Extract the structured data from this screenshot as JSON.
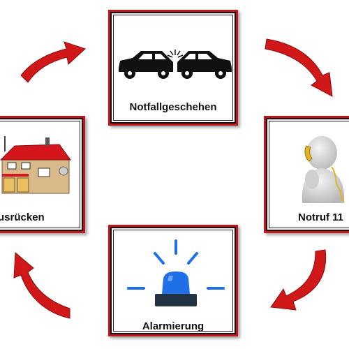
{
  "cards": {
    "top": {
      "label": "Notfallgeschehen"
    },
    "right": {
      "label": "Notruf 11"
    },
    "bottom": {
      "label": "Alarmierung"
    },
    "left": {
      "label": "usrücken"
    }
  },
  "colors": {
    "frame": "#c0161b",
    "arrow": "#d01818",
    "roof": "#d4161c",
    "siren_blue": "#1e6fe8"
  },
  "icons": {
    "top": "car-crash-icon",
    "right": "person-phone-icon",
    "bottom": "siren-light-icon",
    "left": "fire-station-icon"
  }
}
